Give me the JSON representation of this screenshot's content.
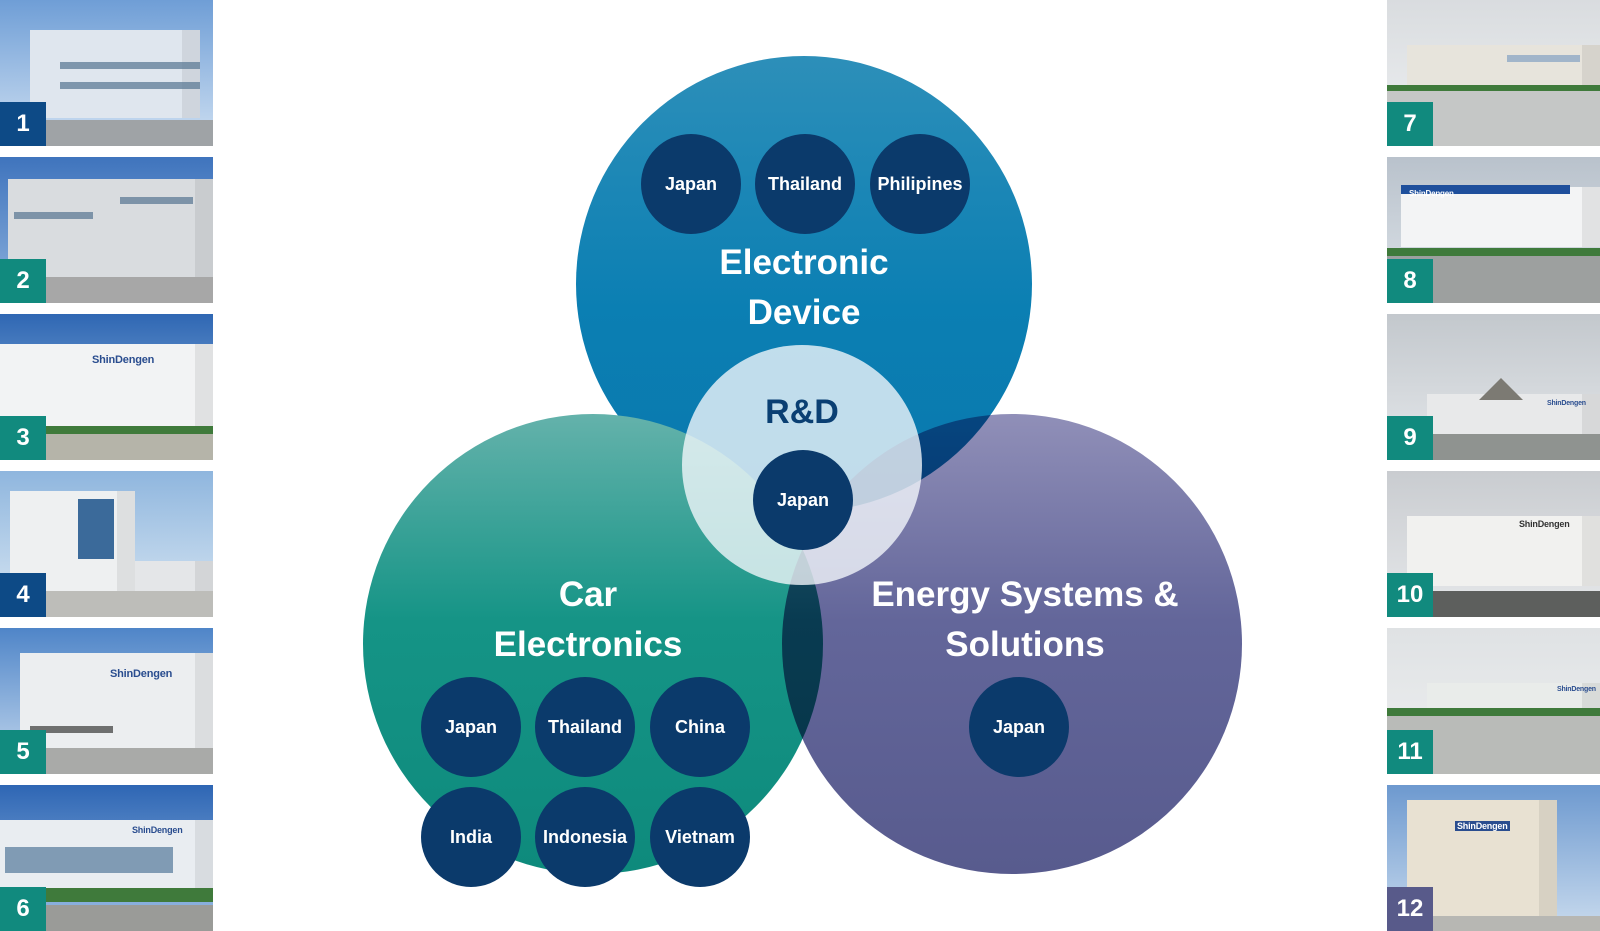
{
  "diagram": {
    "center": {
      "title": "R&D",
      "locations": [
        "Japan"
      ]
    },
    "electronic_device": {
      "title_line1": "Electronic",
      "title_line2": "Device",
      "locations": [
        "Japan",
        "Thailand",
        "Philipines"
      ]
    },
    "car_electronics": {
      "title_line1": "Car",
      "title_line2": "Electronics",
      "locations": [
        "Japan",
        "Thailand",
        "China",
        "India",
        "Indonesia",
        "Vietnam"
      ]
    },
    "energy_systems": {
      "title_line1": "Energy Systems &",
      "title_line2": "Solutions",
      "locations": [
        "Japan"
      ]
    }
  },
  "photos": {
    "left": [
      {
        "number": "1",
        "sign": ""
      },
      {
        "number": "2",
        "sign": ""
      },
      {
        "number": "3",
        "sign": "ShinDengen"
      },
      {
        "number": "4",
        "sign": ""
      },
      {
        "number": "5",
        "sign": "ShinDengen"
      },
      {
        "number": "6",
        "sign": "ShinDengen"
      }
    ],
    "right": [
      {
        "number": "7",
        "sign": ""
      },
      {
        "number": "8",
        "sign": "ShinDengen"
      },
      {
        "number": "9",
        "sign": "ShinDengen"
      },
      {
        "number": "10",
        "sign": "ShinDengen"
      },
      {
        "number": "11",
        "sign": "ShinDengen"
      },
      {
        "number": "12",
        "sign": "ShinDengen"
      }
    ]
  },
  "colors": {
    "electronic_device": "#0b7fb3",
    "car_electronics": "#0e8a7c",
    "energy_systems": "#585b8e",
    "location_badge": "#0b3a6b",
    "number_badge_blue": "#0d4a86",
    "number_badge_teal": "#118a7e",
    "number_badge_purple": "#585a8a"
  }
}
